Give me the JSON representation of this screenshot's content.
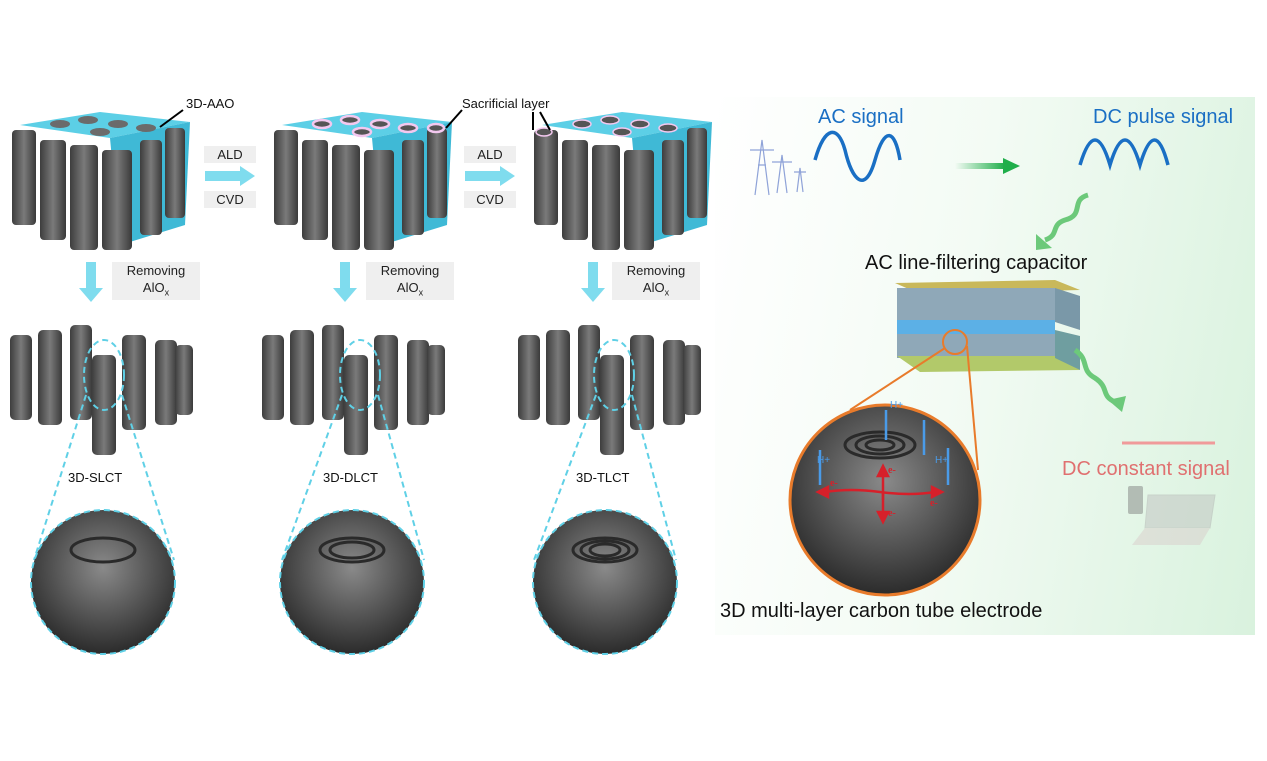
{
  "left_panel": {
    "stage1_label": "3D-AAO",
    "stage2_label": "Sacrificial layer",
    "steps": [
      {
        "top": "ALD",
        "bottom": "CVD"
      },
      {
        "top": "ALD",
        "bottom": "CVD"
      }
    ],
    "removing": [
      {
        "line1": "Removing",
        "line2": "AlO",
        "sub": "x"
      },
      {
        "line1": "Removing",
        "line2": "AlO",
        "sub": "x"
      },
      {
        "line1": "Removing",
        "line2": "AlO",
        "sub": "x"
      }
    ],
    "products": [
      "3D-SLCT",
      "3D-DLCT",
      "3D-TLCT"
    ]
  },
  "right_panel": {
    "ac_signal": "AC signal",
    "dc_pulse_signal": "DC pulse signal",
    "capacitor_label": "AC line-filtering capacitor",
    "dc_constant_signal": "DC constant signal",
    "electrode_label": "3D multi-layer carbon tube electrode",
    "ion_label": "H+",
    "electron_label": "e-"
  },
  "colors": {
    "cyan": "#6fd6ea",
    "tube_gray": "#5b5b5b",
    "blue_text": "#1a6fc4",
    "orange": "#e87b2b",
    "green": "#5cc56e",
    "red_text": "#e07070"
  }
}
